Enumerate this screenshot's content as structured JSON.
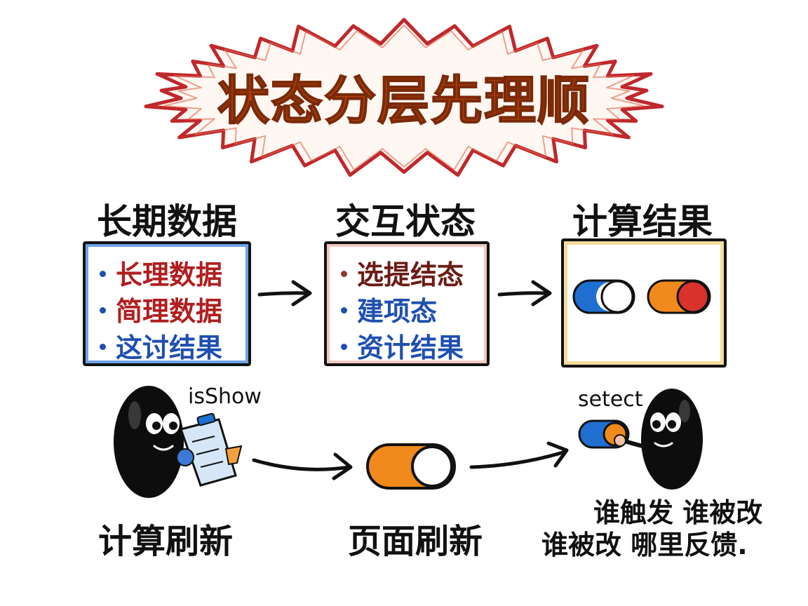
{
  "title": "状态分层先理顺",
  "columns": [
    {
      "heading": "长期数据",
      "items": [
        {
          "text": "长理数据",
          "color": "#b01e1e"
        },
        {
          "text": "简理数据",
          "color": "#b01e1e"
        },
        {
          "text": "这讨结果",
          "color": "#1f4fb0"
        }
      ]
    },
    {
      "heading": "交互状态",
      "items": [
        {
          "text": "选提结态",
          "color": "#6b1b14"
        },
        {
          "text": "建项态",
          "color": "#1f4fb0"
        },
        {
          "text": "资计结果",
          "color": "#1f4fb0"
        }
      ]
    },
    {
      "heading": "计算结果"
    }
  ],
  "bottom": {
    "left_label": "isShow",
    "left_caption": "计算刷新",
    "middle_caption": "页面刷新",
    "right_label": "setect",
    "right_note_1": "谁触发 谁被改",
    "right_note_2": "谁被改 哪里反馈."
  },
  "colors": {
    "title_fill": "#b8420d",
    "starburst_stroke": "#c0282b",
    "toggle_blue": "#1e6fd0",
    "toggle_orange": "#f08a1c",
    "toggle_red": "#d8322a"
  },
  "icons": [
    "starburst-frame",
    "arrow-right-icon",
    "toggle-icon",
    "clipboard-icon",
    "character-icon"
  ]
}
